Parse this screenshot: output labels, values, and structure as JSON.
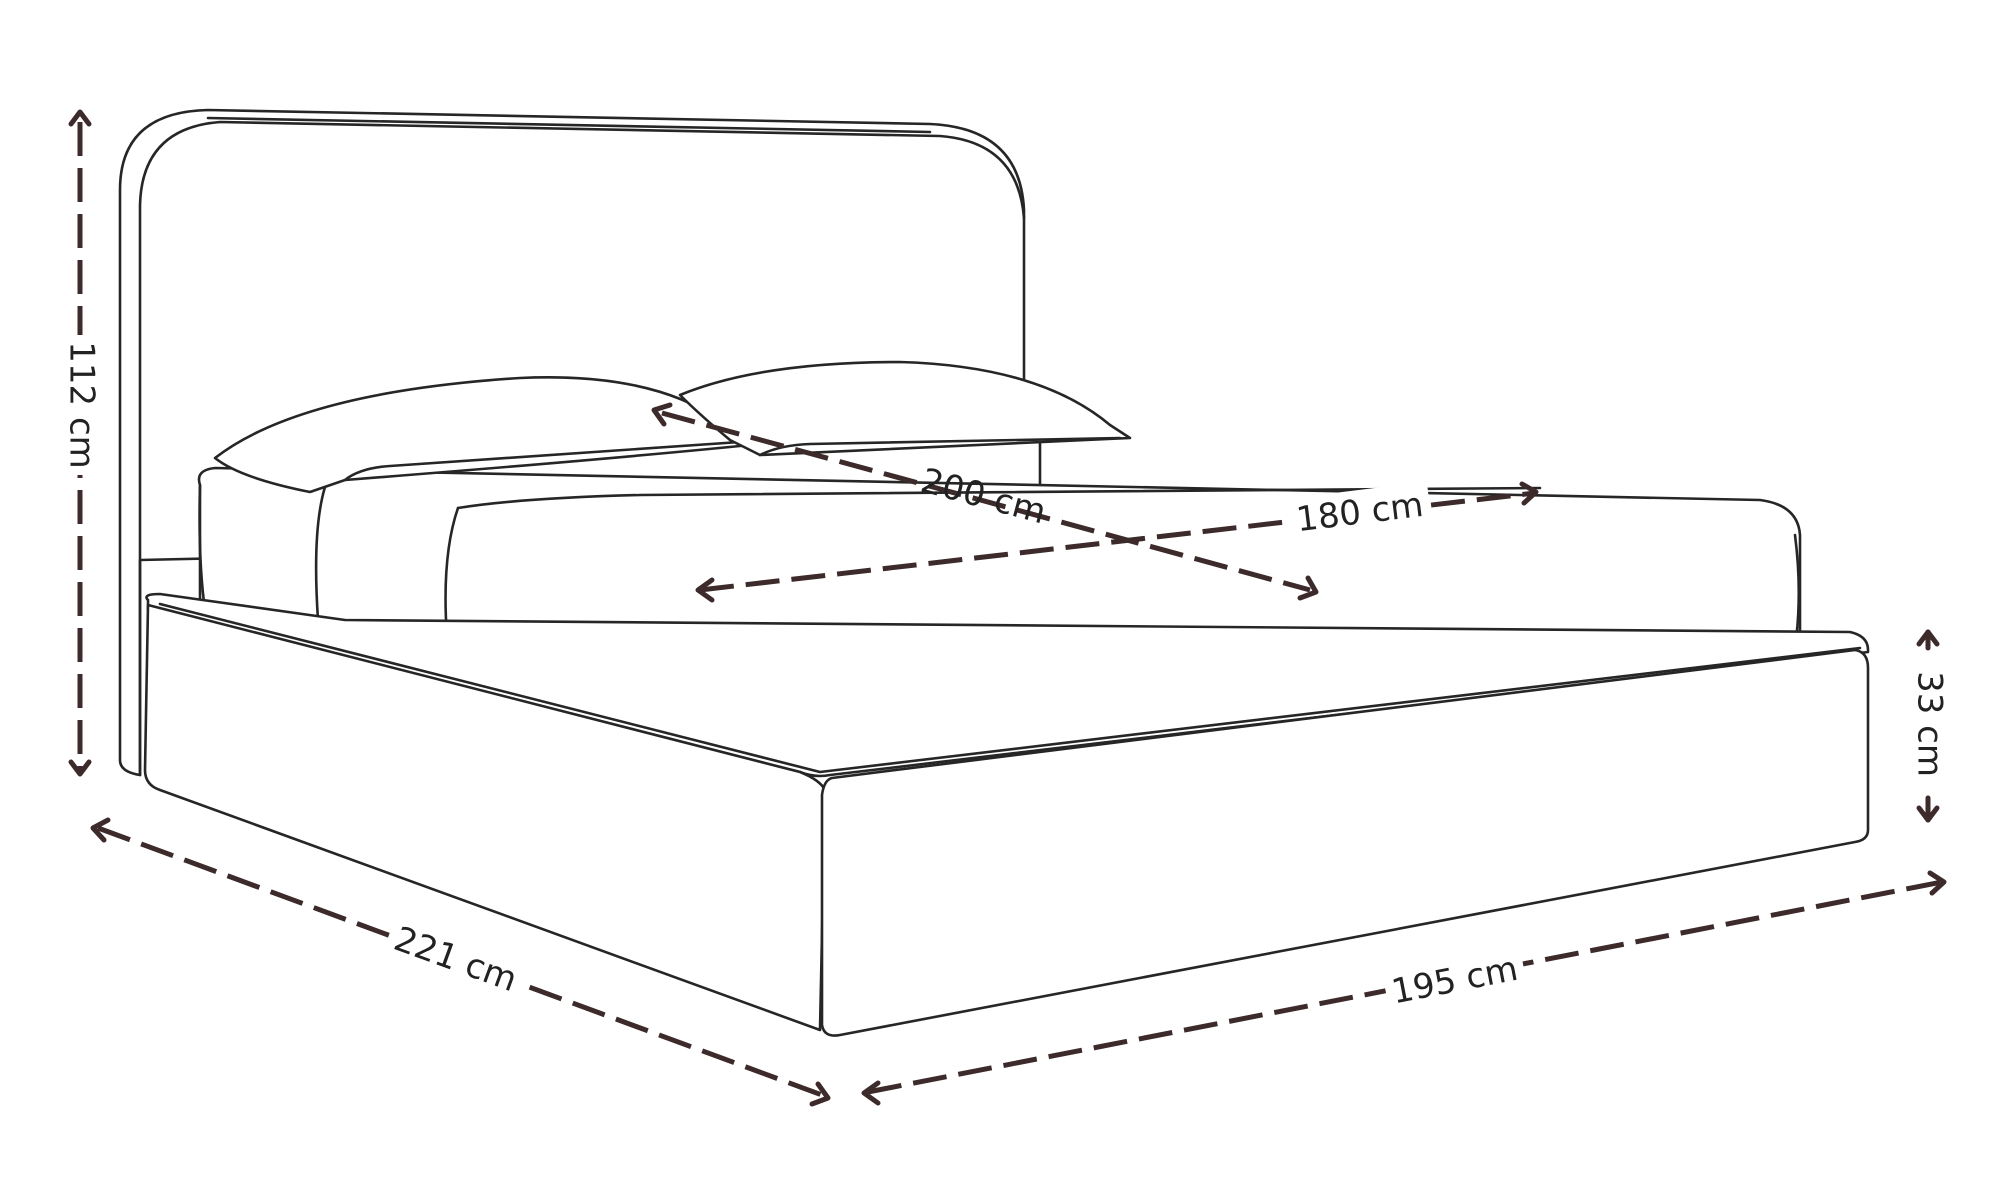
{
  "dimensions": {
    "total_height": "112 cm",
    "mattress_length": "200 cm",
    "mattress_width": "180 cm",
    "base_height": "33 cm",
    "total_length": "221 cm",
    "total_width": "195 cm"
  },
  "colors": {
    "outline": "#262626",
    "dimension": "#3d2a2a",
    "background": "#ffffff"
  }
}
